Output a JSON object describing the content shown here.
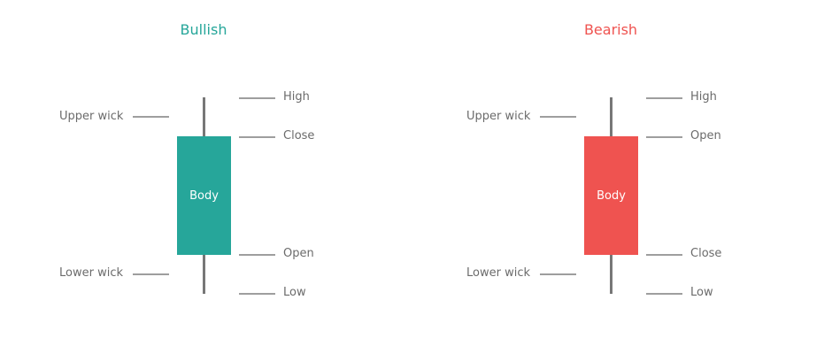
{
  "colors": {
    "bullish": "#26a69a",
    "bearish": "#ef5350",
    "wick": "#777777",
    "label_text": "#6b6b6b",
    "leader_line": "#9e9e9e"
  },
  "bullish": {
    "title": "Bullish",
    "body_label": "Body",
    "upper_wick": "Upper wick",
    "lower_wick": "Lower wick",
    "high": "High",
    "top_of_body": "Close",
    "bottom_of_body": "Open",
    "low": "Low"
  },
  "bearish": {
    "title": "Bearish",
    "body_label": "Body",
    "upper_wick": "Upper wick",
    "lower_wick": "Lower wick",
    "high": "High",
    "top_of_body": "Open",
    "bottom_of_body": "Close",
    "low": "Low"
  }
}
